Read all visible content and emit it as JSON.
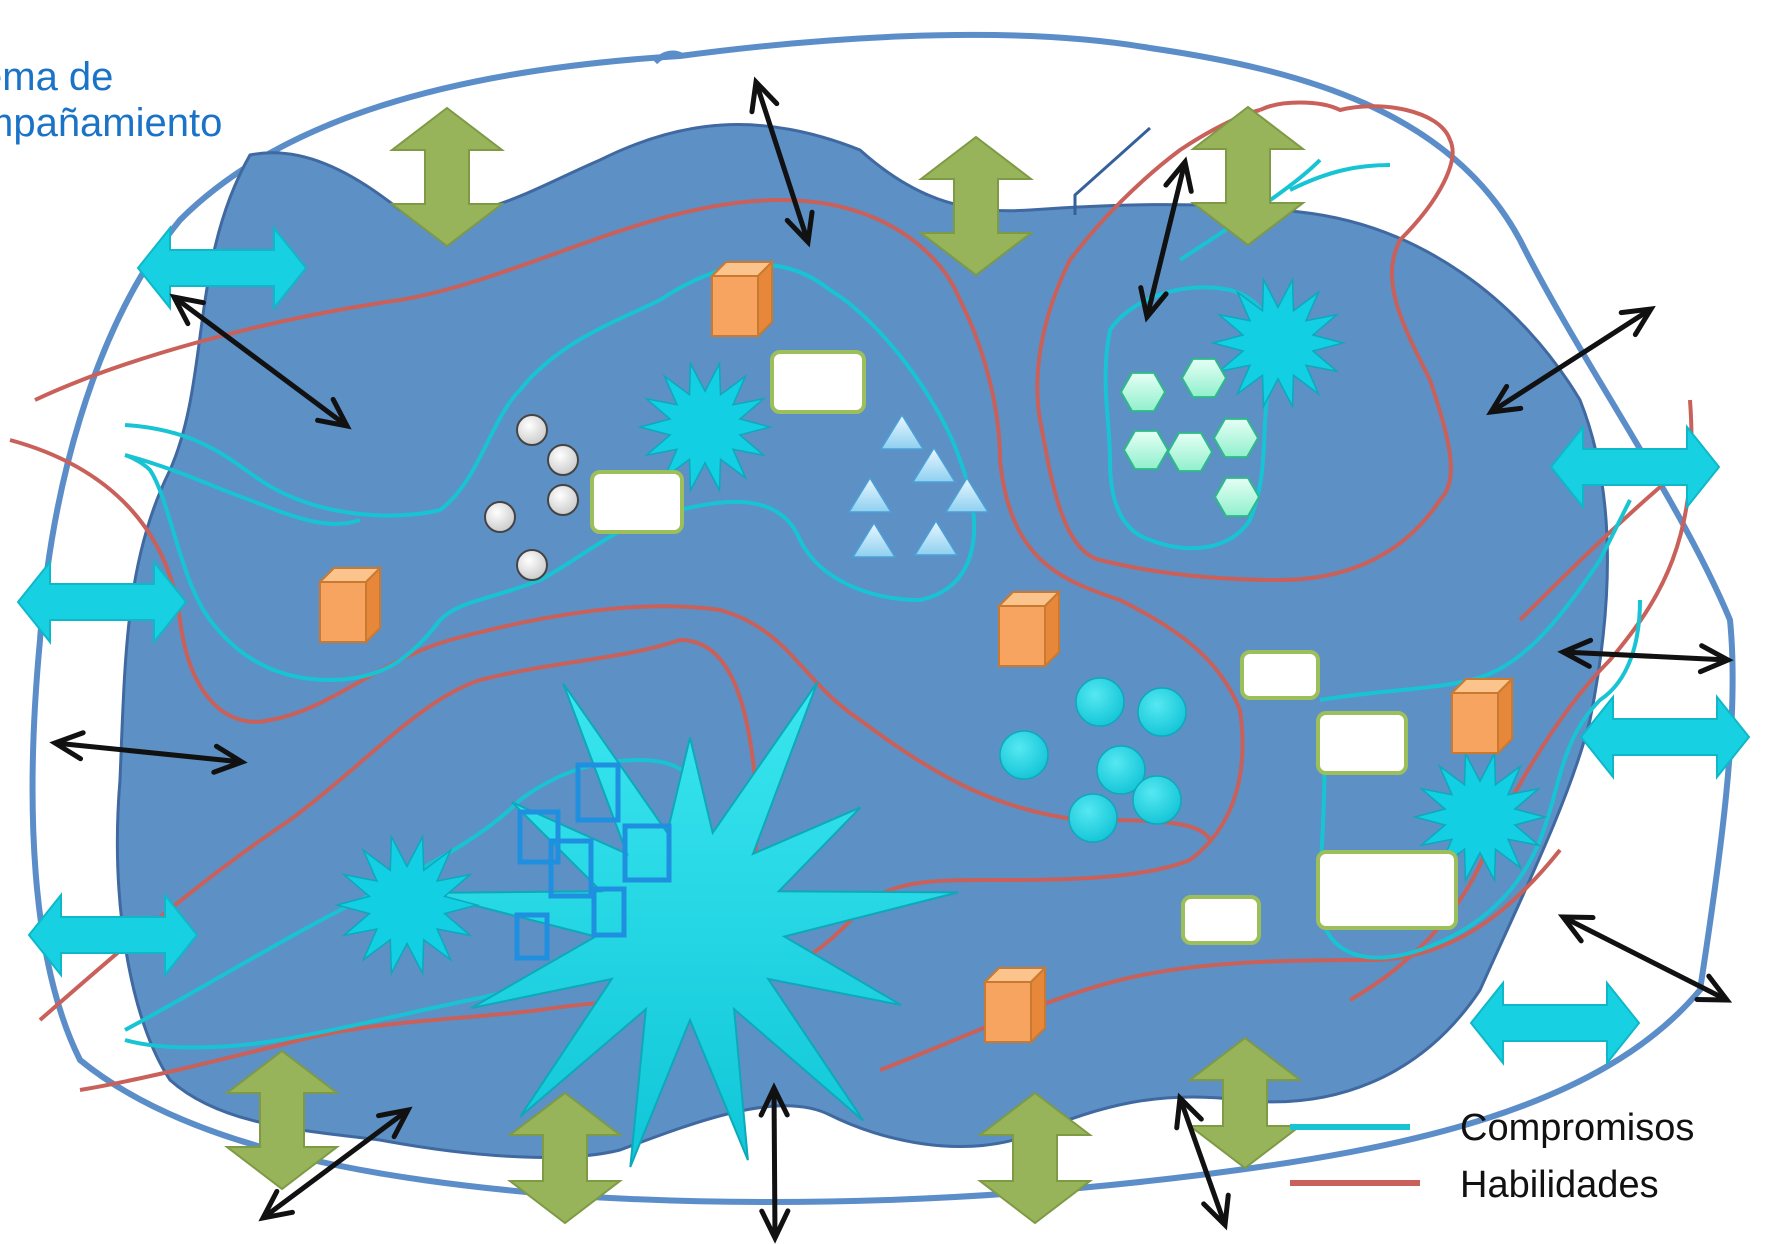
{
  "system_label": {
    "line1": "ema de",
    "line2": "mpañamiento"
  },
  "legend": {
    "items": [
      {
        "label": "Compromisos",
        "color": "#18c4d4"
      },
      {
        "label": "Habilidades",
        "color": "#c9605a"
      }
    ]
  },
  "colors": {
    "outer_outline": "#5b8ec9",
    "territory_fill": "#5d90c4",
    "territory_stroke": "#3f69a0",
    "compromisos_line": "#18c4d4",
    "habilidades_line": "#c9605a",
    "green_arrow": "#97b45a",
    "cyan_arrow": "#17d1e3",
    "black_arrow": "#111111",
    "orange_cube": "#f29f52",
    "white_box_border": "#9cbf5c",
    "starburst": "#13cfe3"
  },
  "icons": {
    "green_double_arrow": "double-arrow-vertical-icon",
    "cyan_double_arrow": "double-arrow-horizontal-icon",
    "black_double_arrow": "black-double-arrow-icon",
    "cube": "orange-cube-icon",
    "starburst": "starburst-icon",
    "white_box": "white-rectangle-icon",
    "grey_circle": "grey-circle-icon",
    "triangle": "triangle-icon",
    "hexagon": "hexagon-icon",
    "cyan_circle": "cyan-circle-icon",
    "blue_square": "blue-square-outline-icon"
  }
}
